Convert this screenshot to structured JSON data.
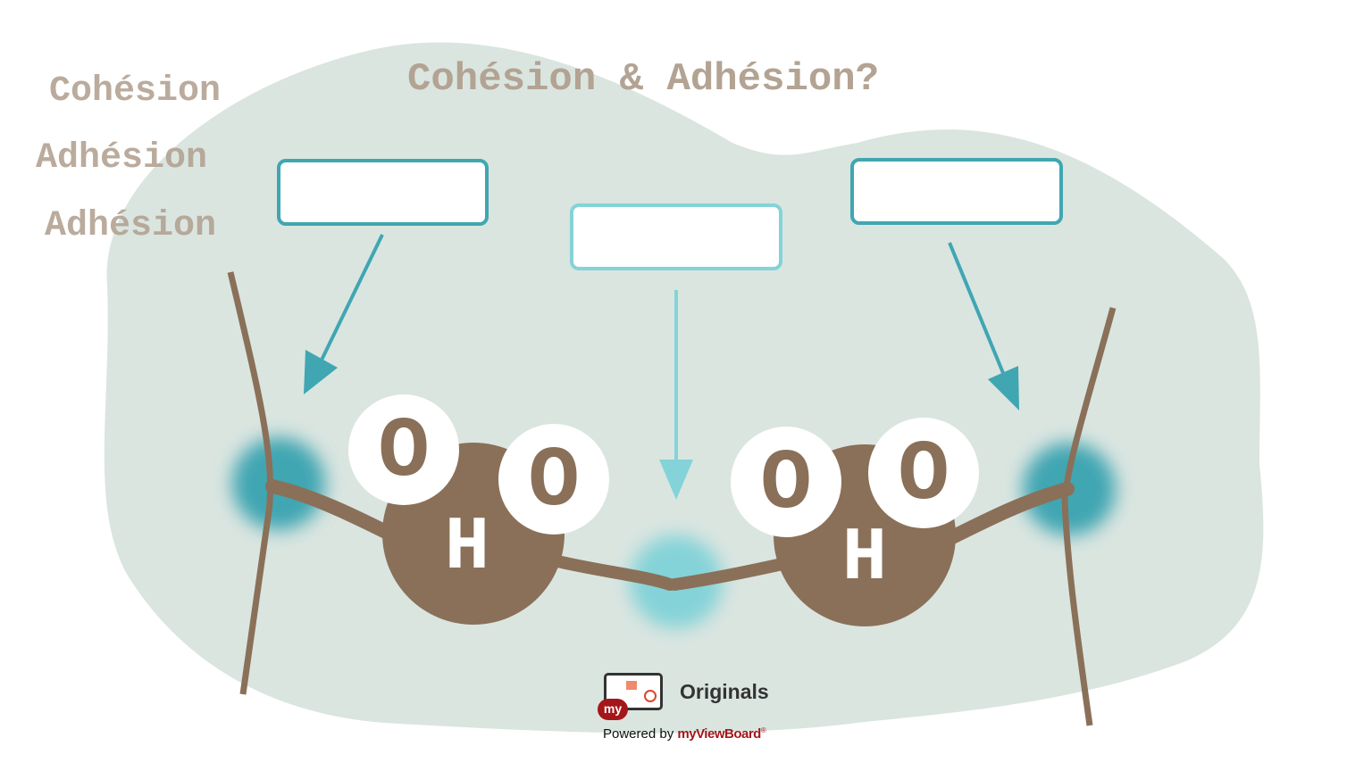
{
  "title": "Cohésion & Adhésion?",
  "word_bank": [
    "Cohésion",
    "Adhésion",
    "Adhésion"
  ],
  "molecules": [
    {
      "center": "H",
      "atoms": [
        "O",
        "O"
      ]
    },
    {
      "center": "H",
      "atoms": [
        "O",
        "O"
      ]
    }
  ],
  "footer": {
    "brand_title": "Originals",
    "powered_by": "Powered by",
    "brand_name": "myViewBoard",
    "registered": "®",
    "logo_badge": "my"
  },
  "colors": {
    "blob": "#dae5e0",
    "brown": "#8a7059",
    "teal_dark": "#40a6b2",
    "teal_light": "#84d3d8",
    "text": "#b3a393",
    "brand_red": "#a4161a"
  }
}
